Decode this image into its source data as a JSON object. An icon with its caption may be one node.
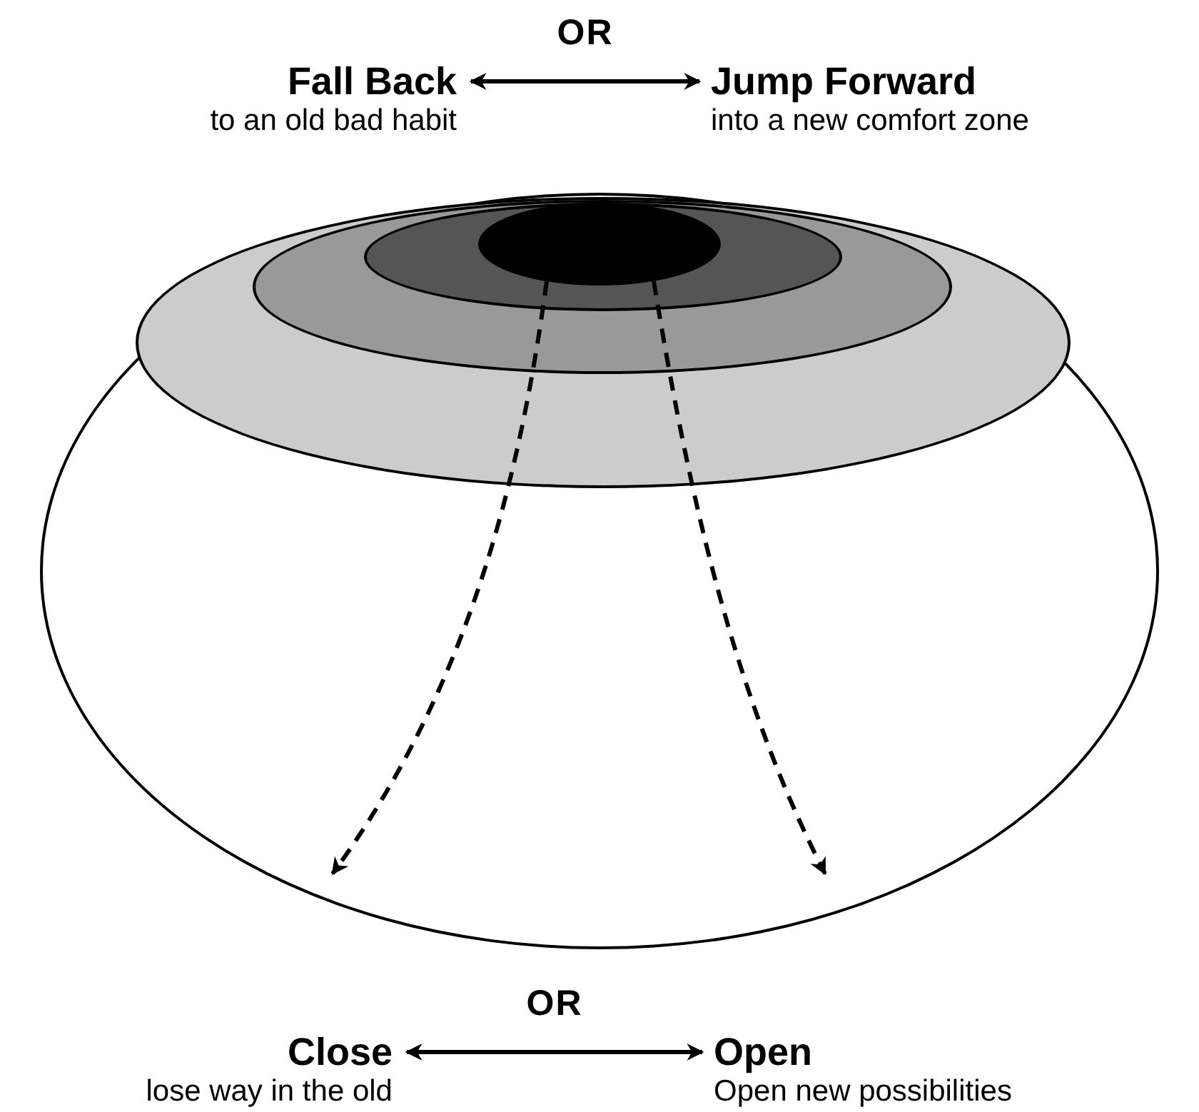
{
  "diagram": {
    "nodes": [
      {
        "text": [
          "Fall Back",
          "to an old bad habit"
        ]
      },
      {
        "text": [
          "Jump Forward",
          "into a new comfort zone"
        ]
      },
      {
        "text": [],
        "shape": "ellipse"
      },
      {
        "text": [],
        "shape": "ellipse",
        "in": 2
      },
      {
        "text": [],
        "shape": "ellipse",
        "in": 3
      },
      {
        "text": [],
        "shape": "ellipse",
        "in": 4
      },
      {
        "text": [],
        "shape": "ellipse",
        "in": 5
      },
      {
        "text": [
          "Close",
          "lose way in the old"
        ]
      },
      {
        "text": [
          "Open",
          "Open new possibilities"
        ]
      }
    ],
    "edges": [
      {
        "from": 0,
        "to": 1,
        "arrow": "both",
        "label": "OR"
      },
      {
        "from": 6,
        "to": null,
        "arrow": "to",
        "style": "dashed"
      },
      {
        "from": 6,
        "to": null,
        "arrow": "to",
        "style": "dashed"
      },
      {
        "from": 7,
        "to": 8,
        "arrow": "both",
        "label": "OR"
      }
    ]
  }
}
